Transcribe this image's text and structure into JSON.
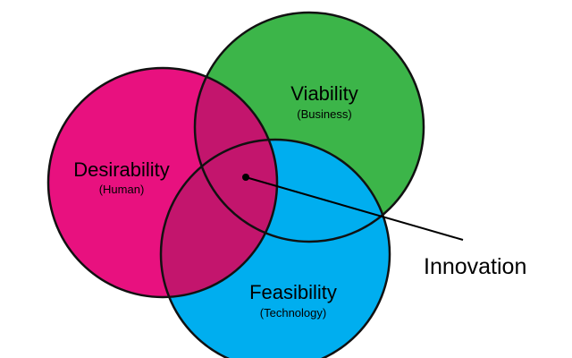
{
  "diagram": {
    "circles": {
      "desirability": {
        "title": "Desirability",
        "subtitle": "(Human)",
        "color": "#e8117f"
      },
      "viability": {
        "title": "Viability",
        "subtitle": "(Business)",
        "color": "#3cb549"
      },
      "feasibility": {
        "title": "Feasibility",
        "subtitle": "(Technology)",
        "color": "#00aeef"
      }
    },
    "overlap_color": "#c3156d",
    "outline_color": "#111111",
    "callout": {
      "label": "Innovation"
    }
  }
}
